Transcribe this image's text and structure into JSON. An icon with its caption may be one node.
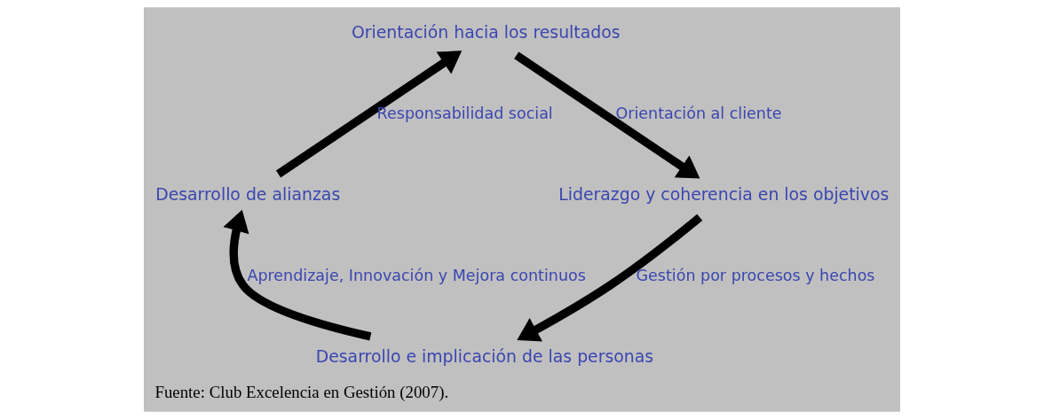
{
  "diagram": {
    "caption": "Fuente: Club Excelencia en Gestión (2007).",
    "nodes": [
      {
        "text": [
          "Orientación hacia los resultados"
        ]
      },
      {
        "text": [
          "Liderazgo y coherencia en los objetivos"
        ]
      },
      {
        "text": [
          "Desarrollo e implicación de las personas"
        ]
      },
      {
        "text": [
          "Desarrollo de alianzas"
        ]
      }
    ],
    "edges": [
      {
        "from": 0,
        "to": 1,
        "arrow": "to",
        "label": "Orientación al cliente"
      },
      {
        "from": 1,
        "to": 2,
        "arrow": "to",
        "label": "Gestión por procesos y hechos"
      },
      {
        "from": 2,
        "to": 3,
        "arrow": "to",
        "label": "Aprendizaje, Innovación y Mejora continuos"
      },
      {
        "from": 3,
        "to": 0,
        "arrow": "to",
        "label": "Responsabilidad social"
      }
    ]
  }
}
